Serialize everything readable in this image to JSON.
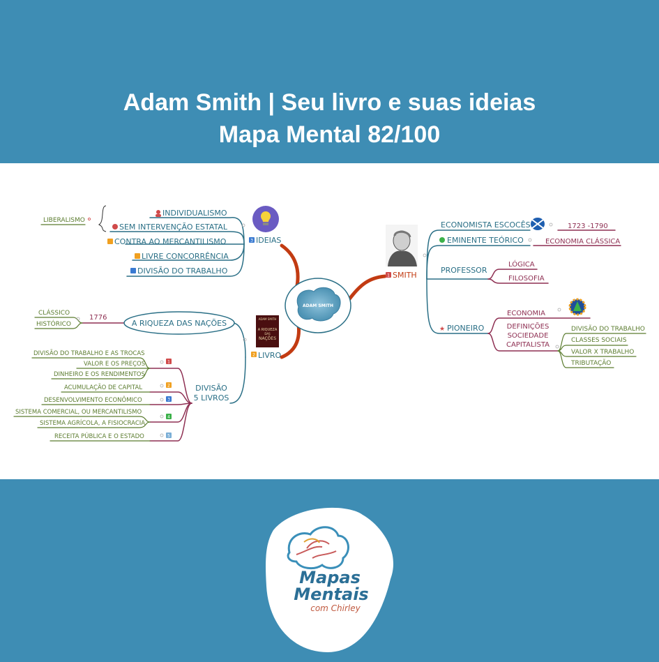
{
  "header": {
    "title_line1": "Adam Smith | Seu livro e suas ideias",
    "title_line2": "Mapa Mental 82/100"
  },
  "map": {
    "center": "ADAM SMITH",
    "ideias": {
      "label": "IDEIAS",
      "badge": "3",
      "items": [
        "INDIVIDUALISMO",
        "SEM INTERVENÇÃO ESTATAL",
        "CONTRA AO MERCANTILISMO",
        "LIVRE CONCORRÊNCIA",
        "DIVISÃO DO TRABALHO"
      ],
      "side_note": "LIBERALISMO"
    },
    "livro": {
      "label": "LIVRO",
      "badge": "2",
      "book_title": "A RIQUEZA DAS NAÇÕES",
      "year": "1776",
      "year_items": [
        "CLÁSSICO",
        "HISTÓRICO"
      ],
      "cover_author": "ADAM SMITH",
      "cover_title_1": "A RIQUEZA",
      "cover_title_2": "DAS",
      "cover_title_3": "NAÇÕES",
      "division_line1": "DIVISÃO",
      "division_line2": "5 LIVROS",
      "divisions": [
        {
          "badge": "1",
          "items": [
            "DIVISÃO DO TRABALHO E AS TROCAS",
            "VALOR E OS PREÇOS",
            "DINHEIRO E OS RENDIMENTOS"
          ]
        },
        {
          "badge": "2",
          "items": [
            "ACUMULAÇÃO DE CAPITAL"
          ]
        },
        {
          "badge": "3",
          "items": [
            "DESENVOLVIMENTO ECONÔMICO"
          ]
        },
        {
          "badge": "4",
          "items": [
            "SISTEMA COMERCIAL, OU MERCANTILISMO",
            "SISTEMA AGRÍCOLA, A FISIOCRACIA"
          ]
        },
        {
          "badge": "5",
          "items": [
            "RECEITA PÚBLICA E O ESTADO"
          ]
        }
      ]
    },
    "smith": {
      "label": "SMITH",
      "badge": "1",
      "economista": "ECONOMISTA ESCOCÊS",
      "years": "1723 -1790",
      "eminente": "EMINENTE TEÓRICO",
      "economia_classica": "ECONOMIA CLÁSSICA",
      "professor": "PROFESSOR",
      "professor_items": [
        "LÓGICA",
        "FILOSOFIA"
      ],
      "pioneiro": "PIONEIRO",
      "economia": "ECONOMIA",
      "definicoes": [
        "DEFINIÇÕES",
        "SOCIEDADE",
        "CAPITALISTA"
      ],
      "definicoes_items": [
        "DIVISÃO DO TRABALHO",
        "CLASSES SOCIAIS",
        "VALOR X TRABALHO",
        "TRIBUTAÇÃO"
      ]
    }
  },
  "logo": {
    "line1": "Mapas",
    "line2": "Mentais",
    "line3": "com Chirley"
  },
  "colors": {
    "header_bg": "#3e8db4",
    "teal": "#2a6f86",
    "maroon": "#8e2f52",
    "green": "#5b7c2f",
    "orange_red": "#c23b12",
    "logo_text": "#2b6f96"
  }
}
